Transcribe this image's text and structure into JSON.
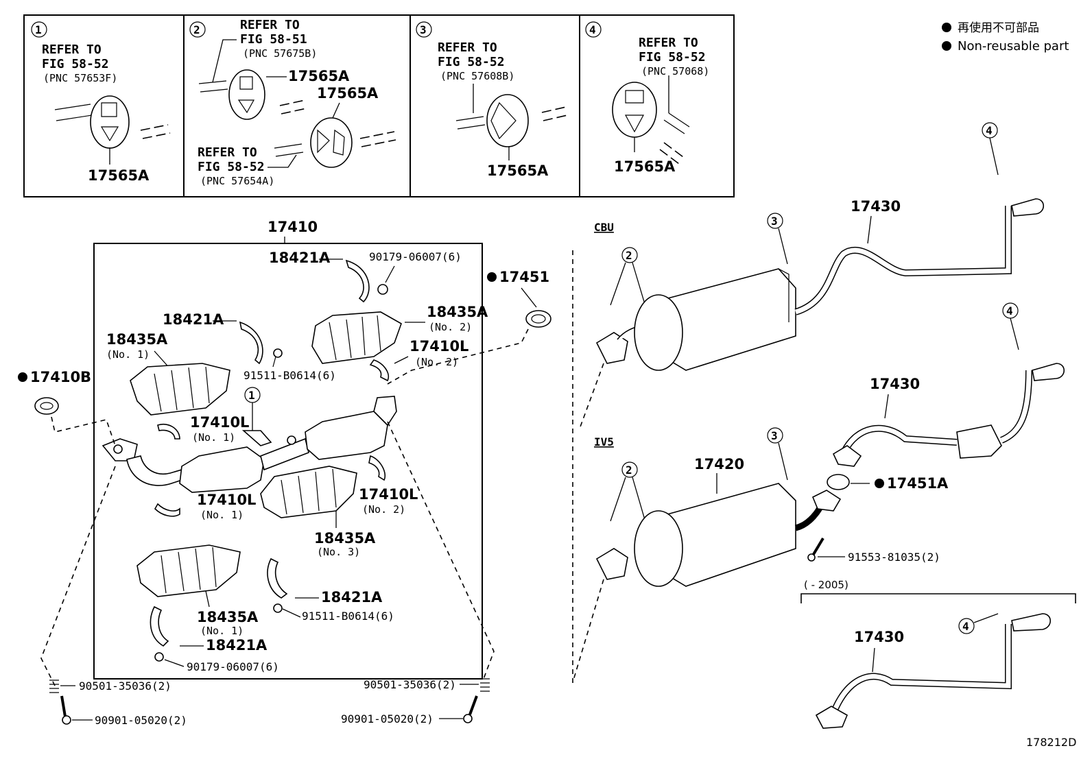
{
  "legend": {
    "line1": "再使用不可部品",
    "line2": "Non-reusable part"
  },
  "insets": [
    {
      "num": "1",
      "refer": "REFER TO",
      "fig": "FIG 58-52",
      "pnc": "(PNC 57653F)",
      "part": "17565A"
    },
    {
      "num": "2",
      "refer": "REFER TO",
      "fig": "FIG 58-51",
      "pnc": "(PNC 57675B)",
      "part": "17565A",
      "part2": "17565A",
      "refer2": "REFER TO",
      "fig2": "FIG 58-52",
      "pnc2": "(PNC 57654A)"
    },
    {
      "num": "3",
      "refer": "REFER TO",
      "fig": "FIG 58-52",
      "pnc": "(PNC 57608B)",
      "part": "17565A"
    },
    {
      "num": "4",
      "refer": "REFER TO",
      "fig": "FIG 58-52",
      "pnc": "(PNC 57068)",
      "part": "17565A"
    }
  ],
  "main_box_label": "17410",
  "labels": {
    "p18421A_a": "18421A",
    "p90179_a": "90179-06007(6)",
    "p18421A_b": "18421A",
    "p18435A_no2": "18435A",
    "no2_a": "(No. 2)",
    "p18435A_no1": "18435A",
    "no1_a": "(No. 1)",
    "p17410L_no2_top": "17410L",
    "no2_b": "(No. 2)",
    "p91511_a": "91511-B0614(6)",
    "p17410B": "17410B",
    "p17410L_no1_a": "17410L",
    "no1_b": "(No. 1)",
    "p17410L_no1_b": "17410L",
    "no1_c": "(No. 1)",
    "p17410L_no2_b": "17410L",
    "no2_c": "(No. 2)",
    "p18435A_no3": "18435A",
    "no3": "(No. 3)",
    "p18435A_no1_b": "18435A",
    "no1_d": "(No. 1)",
    "p18421A_c": "18421A",
    "p91511_b": "91511-B0614(6)",
    "p18421A_d": "18421A",
    "p90179_b": "90179-06007(6)",
    "p90501_l": "90501-35036(2)",
    "p90901_l": "90901-05020(2)",
    "p90501_r": "90501-35036(2)",
    "p90901_r": "90901-05020(2)",
    "p17451": "17451",
    "cbu": "CBU",
    "iv5": "IV5",
    "p17430_a": "17430",
    "p17430_b": "17430",
    "p17430_c": "17430",
    "p17420": "17420",
    "p17451A": "17451A",
    "p91553": "91553-81035(2)",
    "range": "(        - 2005)",
    "callout_2a": "2",
    "callout_3a": "3",
    "callout_4a": "4",
    "callout_2b": "2",
    "callout_3b": "3",
    "callout_4b": "4",
    "callout_4c": "4",
    "callout_1": "1",
    "code": "178212D"
  }
}
